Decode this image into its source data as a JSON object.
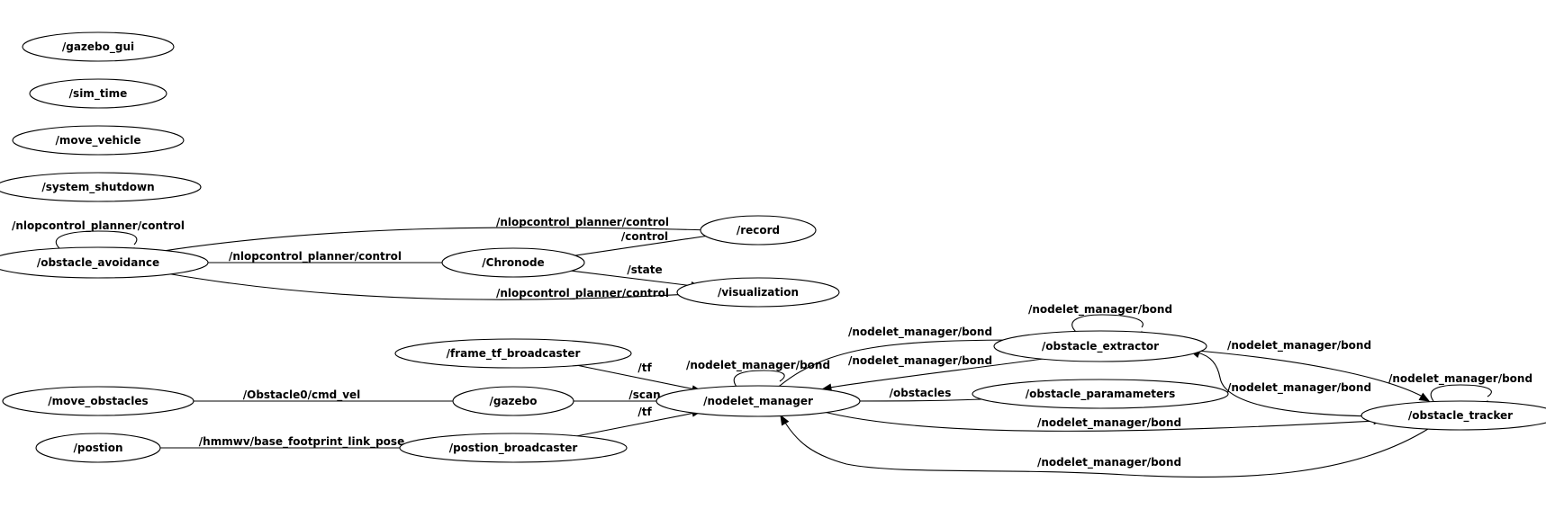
{
  "nodes": [
    {
      "id": "gazebo_gui",
      "label": "/gazebo_gui"
    },
    {
      "id": "sim_time",
      "label": "/sim_time"
    },
    {
      "id": "move_vehicle",
      "label": "/move_vehicle"
    },
    {
      "id": "system_shutdown",
      "label": "/system_shutdown"
    },
    {
      "id": "obstacle_avoidance",
      "label": "/obstacle_avoidance"
    },
    {
      "id": "chronode",
      "label": "/Chronode"
    },
    {
      "id": "record",
      "label": "/record"
    },
    {
      "id": "visualization",
      "label": "/visualization"
    },
    {
      "id": "frame_tf_broadcaster",
      "label": "/frame_tf_broadcaster"
    },
    {
      "id": "move_obstacles",
      "label": "/move_obstacles"
    },
    {
      "id": "gazebo",
      "label": "/gazebo"
    },
    {
      "id": "postion",
      "label": "/postion"
    },
    {
      "id": "postion_broadcaster",
      "label": "/postion_broadcaster"
    },
    {
      "id": "nodelet_manager",
      "label": "/nodelet_manager"
    },
    {
      "id": "obstacle_extractor",
      "label": "/obstacle_extractor"
    },
    {
      "id": "obstacle_paramameters",
      "label": "/obstacle_paramameters"
    },
    {
      "id": "obstacle_tracker",
      "label": "/obstacle_tracker"
    }
  ],
  "edges": [
    {
      "id": "oa_self",
      "from": "obstacle_avoidance",
      "to": "obstacle_avoidance",
      "label": "/nlopcontrol_planner/control"
    },
    {
      "id": "oa_record",
      "from": "obstacle_avoidance",
      "to": "record",
      "label": "/nlopcontrol_planner/control"
    },
    {
      "id": "oa_chronode",
      "from": "obstacle_avoidance",
      "to": "chronode",
      "label": "/nlopcontrol_planner/control"
    },
    {
      "id": "oa_vis",
      "from": "obstacle_avoidance",
      "to": "visualization",
      "label": "/nlopcontrol_planner/control"
    },
    {
      "id": "chr_record",
      "from": "chronode",
      "to": "record",
      "label": "/control"
    },
    {
      "id": "chr_vis",
      "from": "chronode",
      "to": "visualization",
      "label": "/state"
    },
    {
      "id": "ftf_nm",
      "from": "frame_tf_broadcaster",
      "to": "nodelet_manager",
      "label": "/tf"
    },
    {
      "id": "mo_gz",
      "from": "move_obstacles",
      "to": "gazebo",
      "label": "/Obstacle0/cmd_vel"
    },
    {
      "id": "gz_nm",
      "from": "gazebo",
      "to": "nodelet_manager",
      "label": "/scan"
    },
    {
      "id": "pos_pb",
      "from": "postion",
      "to": "postion_broadcaster",
      "label": "/hmmwv/base_footprint_link_pose"
    },
    {
      "id": "pb_nm",
      "from": "postion_broadcaster",
      "to": "nodelet_manager",
      "label": "/tf"
    },
    {
      "id": "nm_self",
      "from": "nodelet_manager",
      "to": "nodelet_manager",
      "label": "/nodelet_manager/bond"
    },
    {
      "id": "nm_oe",
      "from": "nodelet_manager",
      "to": "obstacle_extractor",
      "label": "/nodelet_manager/bond"
    },
    {
      "id": "oe_nm",
      "from": "obstacle_extractor",
      "to": "nodelet_manager",
      "label": "/nodelet_manager/bond"
    },
    {
      "id": "nm_op",
      "from": "nodelet_manager",
      "to": "obstacle_paramameters",
      "label": "/obstacles"
    },
    {
      "id": "nm_ot",
      "from": "nodelet_manager",
      "to": "obstacle_tracker",
      "label": "/nodelet_manager/bond"
    },
    {
      "id": "ot_nm",
      "from": "obstacle_tracker",
      "to": "nodelet_manager",
      "label": "/nodelet_manager/bond"
    },
    {
      "id": "oe_self",
      "from": "obstacle_extractor",
      "to": "obstacle_extractor",
      "label": "/nodelet_manager/bond"
    },
    {
      "id": "oe_ot",
      "from": "obstacle_extractor",
      "to": "obstacle_tracker",
      "label": "/nodelet_manager/bond"
    },
    {
      "id": "ot_oe",
      "from": "obstacle_tracker",
      "to": "obstacle_extractor",
      "label": "/nodelet_manager/bond"
    },
    {
      "id": "ot_self",
      "from": "obstacle_tracker",
      "to": "obstacle_tracker",
      "label": "/nodelet_manager/bond"
    }
  ]
}
